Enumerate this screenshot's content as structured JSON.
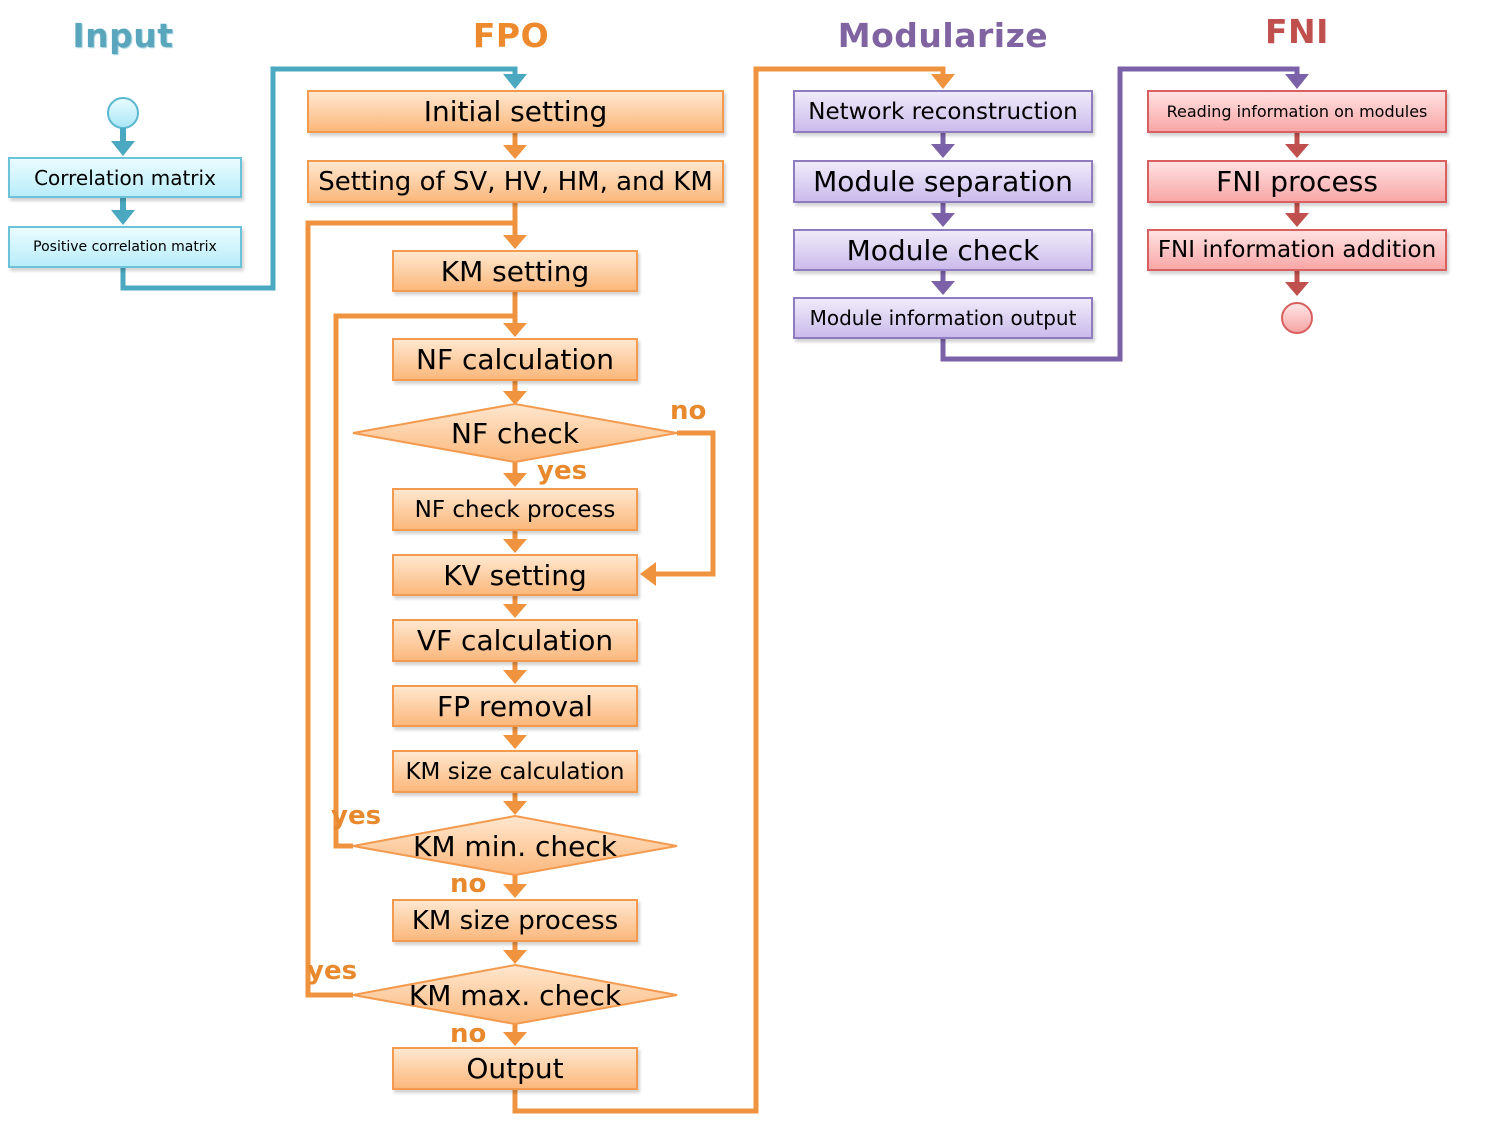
{
  "sections": {
    "input": "Input",
    "fpo": "FPO",
    "modularize": "Modularize",
    "fni": "FNI"
  },
  "input_steps": [
    "Correlation matrix",
    "Positive correlation matrix"
  ],
  "fpo_steps": {
    "initial_setting": "Initial setting",
    "setting_sv": "Setting of SV, HV, HM, and KM",
    "km_setting": "KM setting",
    "nf_calculation": "NF calculation",
    "nf_check": "NF check",
    "nf_check_process": "NF check process",
    "kv_setting": "KV setting",
    "vf_calculation": "VF calculation",
    "fp_removal": "FP removal",
    "km_size_calculation": "KM size calculation",
    "km_min_check": "KM min. check",
    "km_size_process": "KM size process",
    "km_max_check": "KM max. check",
    "output": "Output"
  },
  "branch_labels": {
    "nf_no": "no",
    "nf_yes": "yes",
    "min_yes": "yes",
    "min_no": "no",
    "max_yes": "yes",
    "max_no": "no"
  },
  "modularize_steps": [
    "Network reconstruction",
    "Module separation",
    "Module check",
    "Module information output"
  ],
  "fni_steps": [
    "Reading information on modules",
    "FNI process",
    "FNI information addition"
  ],
  "colors": {
    "input": "#4aa8c0",
    "fpo": "#f0933e",
    "modularize": "#7b62a8",
    "fni": "#c0504d"
  }
}
